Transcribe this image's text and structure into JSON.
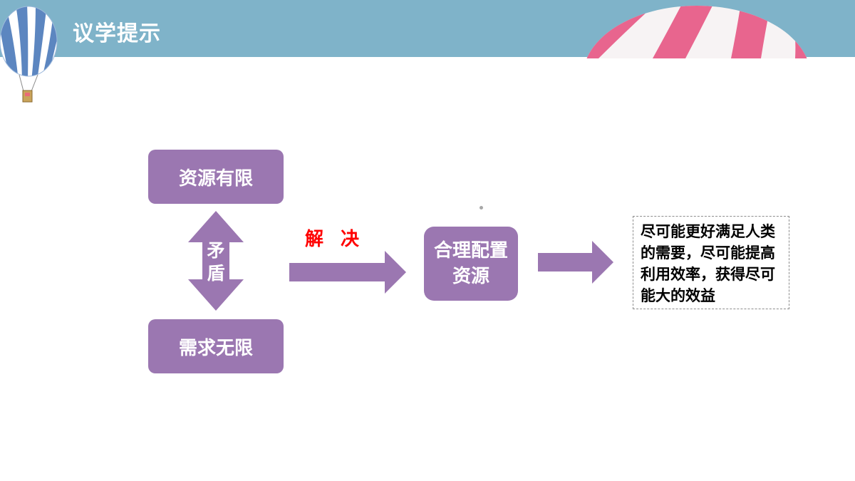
{
  "header": {
    "title": "议学提示"
  },
  "diagram": {
    "top_box": "资源有限",
    "bottom_box": "需求无限",
    "conflict_label": "矛盾",
    "solve_label": "解决",
    "middle_box": "合理配置资源",
    "result_text": "尽可能更好满足人类的需要，尽可能提高利用效率，获得尽可能大的效益"
  },
  "colors": {
    "header": "#7fb3c9",
    "box": "#9b77b1",
    "solve_text": "#ff0000",
    "balloon_pink": "#e8658e"
  },
  "icons": [
    "hot-air-balloon-icon",
    "double-arrow-icon",
    "right-arrow-icon"
  ]
}
